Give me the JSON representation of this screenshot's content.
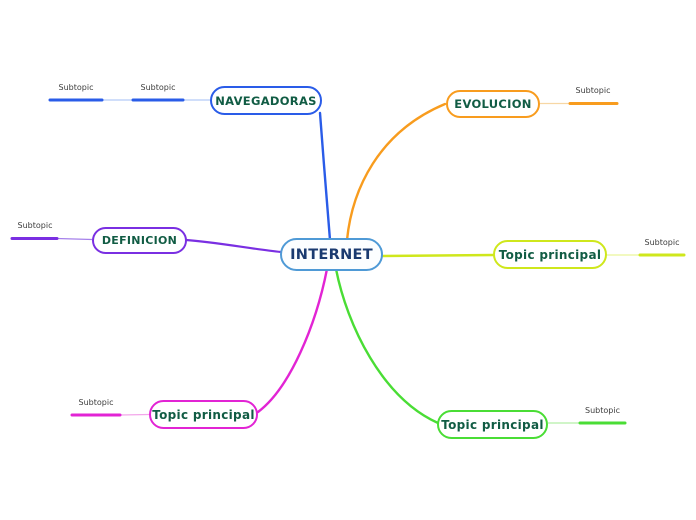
{
  "center": {
    "label": "INTERNET",
    "border_color": "#4f9ad6",
    "text_color": "#1b3b70"
  },
  "theme": {
    "node_text_color": "#115c44",
    "subtopic_text_color": "#3d3d3d",
    "background": "#ffffff"
  },
  "branches": [
    {
      "label": "NAVEGADORAS",
      "color": "#2a5ce8",
      "light_color": "#b3c9f6",
      "subtopics": [
        "Subtopic",
        "Subtopic"
      ]
    },
    {
      "label": "EVOLUCION",
      "color": "#f89c1e",
      "light_color": "#f7d7a4",
      "subtopics": [
        "Subtopic"
      ]
    },
    {
      "label": "DEFINICION",
      "color": "#7a2fe2",
      "light_color": "#a580ea",
      "subtopics": [
        "Subtopic"
      ]
    },
    {
      "label": "Topic principal",
      "color": "#cfe71c",
      "light_color": "#e9f59a",
      "subtopics": [
        "Subtopic"
      ]
    },
    {
      "label": "Topic principal",
      "color": "#e224d4",
      "light_color": "#f3a6ea",
      "subtopics": [
        "Subtopic"
      ]
    },
    {
      "label": "Topic principal",
      "color": "#4add35",
      "light_color": "#b4efa8",
      "subtopics": [
        "Subtopic"
      ]
    }
  ]
}
